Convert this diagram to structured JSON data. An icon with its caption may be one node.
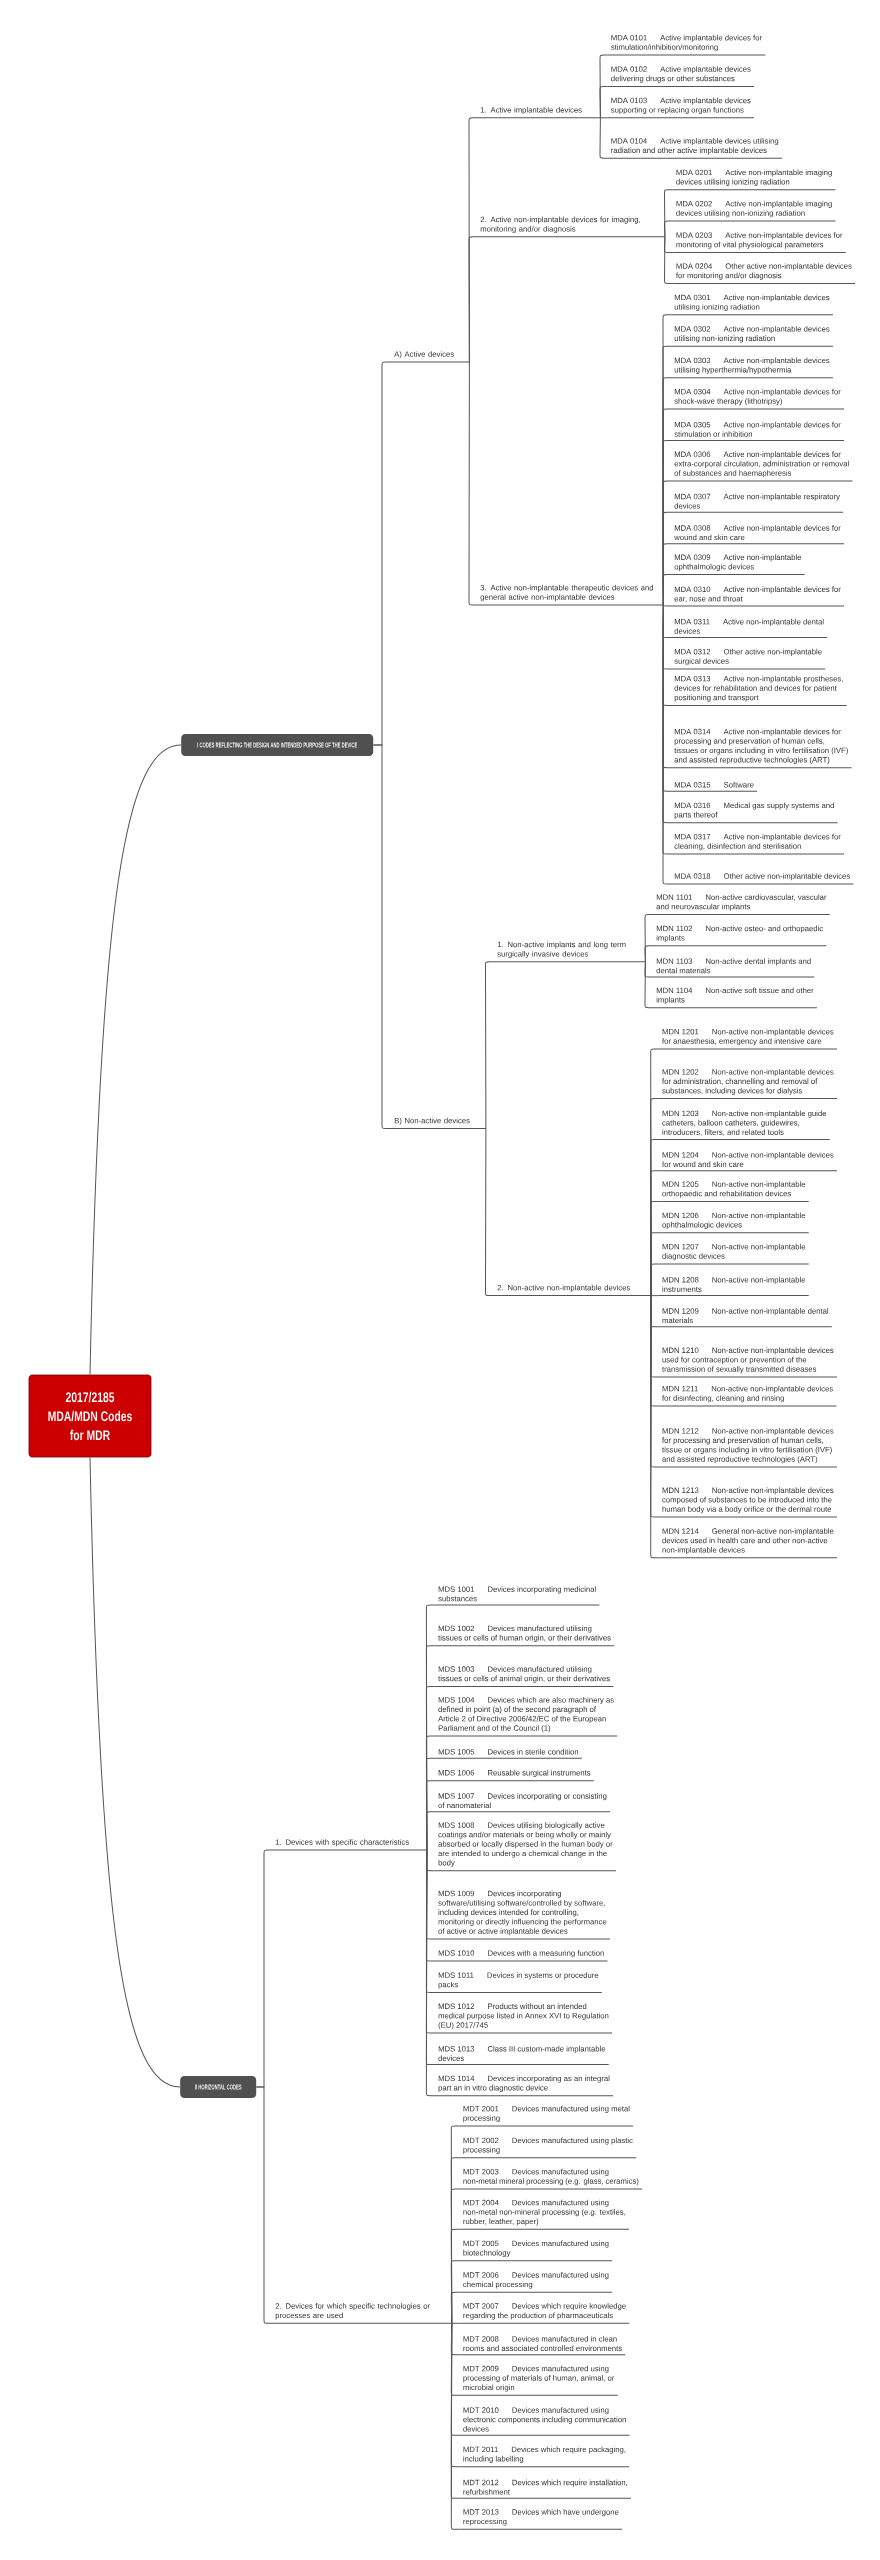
{
  "diagram": {
    "nodes": [
      {
        "text": [
          "2017/2185 MDA/MDN Codes for MDR"
        ]
      },
      {
        "text": [
          "I CODES REFLECTING THE DESIGN AND INTENDED PURPOSE OF THE DEVICE"
        ]
      },
      {
        "text": [
          "A) Active devices"
        ]
      },
      {
        "text": [
          "1. Active implantable devices"
        ]
      },
      {
        "text": [
          "MDA 0101",
          "Active implantable devices for stimulation/inhibition/monitoring"
        ]
      },
      {
        "text": [
          "MDA 0102",
          "Active implantable devices delivering drugs or other substances"
        ]
      },
      {
        "text": [
          "MDA 0103",
          "Active implantable devices supporting or replacing organ functions"
        ]
      },
      {
        "text": [
          "MDA 0104",
          "Active implantable devices utilising radiation and other active implantable devices"
        ]
      },
      {
        "text": [
          "2. Active non-implantable devices for imaging, monitoring and/or diagnosis"
        ]
      },
      {
        "text": [
          "MDA 0201",
          "Active non-implantable imaging devices utilising ionizing radiation"
        ]
      },
      {
        "text": [
          "MDA 0202",
          "Active non-implantable imaging devices utilising non-ionizing radiation"
        ]
      },
      {
        "text": [
          "MDA 0203",
          "Active non-implantable devices for monitoring of vital physiological parameters"
        ]
      },
      {
        "text": [
          "MDA 0204",
          "Other active non-implantable devices for monitoring and/or diagnosis"
        ]
      },
      {
        "text": [
          "3. Active non-implantable therapeutic devices and general active non-implantable devices"
        ]
      },
      {
        "text": [
          "MDA 0301",
          "Active non-implantable devices utilising ionizing radiation"
        ]
      },
      {
        "text": [
          "MDA 0302",
          "Active non-implantable devices utilising non-ionizing radiation"
        ]
      },
      {
        "text": [
          "MDA 0303",
          "Active non-implantable devices utilising hyperthermia/hypothermia"
        ]
      },
      {
        "text": [
          "MDA 0304",
          "Active non-implantable devices for shock-wave therapy (lithotripsy)"
        ]
      },
      {
        "text": [
          "MDA 0305",
          "Active non-implantable devices for stimulation or inhibition"
        ]
      },
      {
        "text": [
          "MDA 0306",
          "Active non-implantable devices for extra-corporal circulation, administration or removal of substances and haemapheresis"
        ]
      },
      {
        "text": [
          "MDA 0307",
          "Active non-implantable respiratory devices"
        ]
      },
      {
        "text": [
          "MDA 0308",
          "Active non-implantable devices for wound and skin care"
        ]
      },
      {
        "text": [
          "MDA 0309",
          "Active non-implantable ophthalmologic devices"
        ]
      },
      {
        "text": [
          "MDA 0310",
          "Active non-implantable devices for ear, nose and throat"
        ]
      },
      {
        "text": [
          "MDA 0311",
          "Active non-implantable dental devices"
        ]
      },
      {
        "text": [
          "MDA 0312",
          "Other active non-implantable surgical devices"
        ]
      },
      {
        "text": [
          "MDA 0313",
          "Active non-implantable prostheses, devices for rehabilitation and devices for patient positioning and transport"
        ]
      },
      {
        "text": [
          "MDA 0314",
          "Active non-implantable devices for processing and preservation of human cells, tissues or organs including in vitro fertilisation (IVF) and assisted reproductive technologies (ART)"
        ]
      },
      {
        "text": [
          "MDA 0315",
          "Software"
        ]
      },
      {
        "text": [
          "MDA 0316",
          "Medical gas supply systems and parts thereof"
        ]
      },
      {
        "text": [
          "MDA 0317",
          "Active non-implantable devices for cleaning, disinfection and sterilisation"
        ]
      },
      {
        "text": [
          "MDA 0318",
          "Other active non-implantable devices"
        ]
      },
      {
        "text": [
          "B) Non-active devices"
        ]
      },
      {
        "text": [
          "1. Non-active implants and long term surgically invasive devices"
        ]
      },
      {
        "text": [
          "MDN 1101",
          "Non-active cardiovascular, vascular and neurovascular implants"
        ]
      },
      {
        "text": [
          "MDN 1102",
          "Non-active osteo- and orthopaedic implants"
        ]
      },
      {
        "text": [
          "MDN 1103",
          "Non-active dental implants and dental materials"
        ]
      },
      {
        "text": [
          "MDN 1104",
          "Non-active soft tissue and other implants"
        ]
      },
      {
        "text": [
          "2. Non-active non-implantable devices"
        ]
      },
      {
        "text": [
          "MDN 1201",
          "Non-active non-implantable devices for anaesthesia, emergency and intensive care"
        ]
      },
      {
        "text": [
          "MDN 1202",
          "Non-active non-implantable devices for administration, channelling and removal of substances, including devices for dialysis"
        ]
      },
      {
        "text": [
          "MDN 1203",
          "Non-active non-implantable guide catheters, balloon catheters, guidewires, introducers, filters, and related tools"
        ]
      },
      {
        "text": [
          "MDN 1204",
          "Non-active non-implantable devices for wound and skin care"
        ]
      },
      {
        "text": [
          "MDN 1205",
          "Non-active non-implantable orthopaedic and rehabilitation devices"
        ]
      },
      {
        "text": [
          "MDN 1206",
          "Non-active non-implantable ophthalmologic devices"
        ]
      },
      {
        "text": [
          "MDN 1207",
          "Non-active non-implantable diagnostic devices"
        ]
      },
      {
        "text": [
          "MDN 1208",
          "Non-active non-implantable instruments"
        ]
      },
      {
        "text": [
          "MDN 1209",
          "Non-active non-implantable dental materials"
        ]
      },
      {
        "text": [
          "MDN 1210",
          "Non-active non-implantable devices used for contraception or prevention of the transmission of sexually transmitted diseases"
        ]
      },
      {
        "text": [
          "MDN 1211",
          "Non-active non-implantable devices for disinfecting, cleaning and rinsing"
        ]
      },
      {
        "text": [
          "MDN 1212",
          "Non-active non-implantable devices for processing and preservation of human cells, tissue or organs including in vitro fertilisation (IVF) and assisted reproductive technologies (ART)"
        ]
      },
      {
        "text": [
          "MDN 1213",
          "Non-active non-implantable devices composed of substances to be introduced into the human body via a body orifice or the dermal route"
        ]
      },
      {
        "text": [
          "MDN 1214",
          "General non-active non-implantable devices used in health care and other non-active non-implantable devices"
        ]
      },
      {
        "text": [
          "II HORIZONTAL CODES"
        ]
      },
      {
        "text": [
          "1. Devices with specific characteristics"
        ]
      },
      {
        "text": [
          "MDS 1001",
          "Devices incorporating medicinal substances"
        ]
      },
      {
        "text": [
          "MDS 1002",
          "Devices manufactured utilising tissues or cells of human origin, or their derivatives"
        ]
      },
      {
        "text": [
          "MDS 1003",
          "Devices manufactured utilising tissues or cells of animal origin, or their derivatives"
        ]
      },
      {
        "text": [
          "MDS 1004",
          "Devices which are also machinery as defined in point (a) of the second paragraph of Article 2 of Directive 2006/42/EC of the European Parliament and of the Council (1)"
        ]
      },
      {
        "text": [
          "MDS 1005",
          "Devices in sterile condition"
        ]
      },
      {
        "text": [
          "MDS 1006",
          "Reusable surgical instruments"
        ]
      },
      {
        "text": [
          "MDS 1007",
          "Devices incorporating or consisting of nanomaterial"
        ]
      },
      {
        "text": [
          "MDS 1008",
          "Devices utilising biologically active coatings and/or materials or being wholly or mainly absorbed or locally dispersed in the human body or are intended to undergo a chemical change in the body"
        ]
      },
      {
        "text": [
          "MDS 1009",
          "Devices incorporating software/utilising software/controlled by software, including devices intended for controlling, monitoring or directly influencing the performance of active or active implantable devices"
        ]
      },
      {
        "text": [
          "MDS 1010",
          "Devices with a measuring function"
        ]
      },
      {
        "text": [
          "MDS 1011",
          "Devices in systems or procedure packs"
        ]
      },
      {
        "text": [
          "MDS 1012",
          "Products without an intended medical purpose listed in Annex XVI to Regulation (EU) 2017/745"
        ]
      },
      {
        "text": [
          "MDS 1013",
          "Class III custom-made implantable devices"
        ]
      },
      {
        "text": [
          "MDS 1014",
          "Devices incorporating as an integral part an in vitro diagnostic device"
        ]
      },
      {
        "text": [
          "2. Devices for which specific technologies or processes are used"
        ]
      },
      {
        "text": [
          "MDT 2001",
          "Devices manufactured using metal processing"
        ]
      },
      {
        "text": [
          "MDT 2002",
          "Devices manufactured using plastic processing"
        ]
      },
      {
        "text": [
          "MDT 2003",
          "Devices manufactured using non-metal mineral processing (e.g. glass, ceramics)"
        ]
      },
      {
        "text": [
          "MDT 2004",
          "Devices manufactured using non-metal non-mineral processing (e.g. textiles, rubber, leather, paper)"
        ]
      },
      {
        "text": [
          "MDT 2005",
          "Devices manufactured using biotechnology"
        ]
      },
      {
        "text": [
          "MDT 2006",
          "Devices manufactured using chemical processing"
        ]
      },
      {
        "text": [
          "MDT 2007",
          "Devices which require knowledge regarding the production of pharmaceuticals"
        ]
      },
      {
        "text": [
          "MDT 2008",
          "Devices manufactured in clean rooms and associated controlled environments"
        ]
      },
      {
        "text": [
          "MDT 2009",
          "Devices manufactured using processing of materials of human, animal, or microbial origin"
        ]
      },
      {
        "text": [
          "MDT 2010",
          "Devices manufactured using electronic components including communication devices"
        ]
      },
      {
        "text": [
          "MDT 2011",
          "Devices which require packaging, including labelling"
        ]
      },
      {
        "text": [
          "MDT 2012",
          "Devices which require installation, refurbishment"
        ]
      },
      {
        "text": [
          "MDT 2013",
          "Devices which have undergone reprocessing"
        ]
      }
    ],
    "edges": [
      {
        "from": 0,
        "to": 1,
        "arrow": "none"
      },
      {
        "from": 1,
        "to": 2,
        "arrow": "none"
      },
      {
        "from": 2,
        "to": 3,
        "arrow": "none"
      },
      {
        "from": 3,
        "to": 4,
        "arrow": "none"
      },
      {
        "from": 3,
        "to": 5,
        "arrow": "none"
      },
      {
        "from": 3,
        "to": 6,
        "arrow": "none"
      },
      {
        "from": 3,
        "to": 7,
        "arrow": "none"
      },
      {
        "from": 2,
        "to": 8,
        "arrow": "none"
      },
      {
        "from": 8,
        "to": 9,
        "arrow": "none"
      },
      {
        "from": 8,
        "to": 10,
        "arrow": "none"
      },
      {
        "from": 8,
        "to": 11,
        "arrow": "none"
      },
      {
        "from": 8,
        "to": 12,
        "arrow": "none"
      },
      {
        "from": 2,
        "to": 13,
        "arrow": "none"
      },
      {
        "from": 13,
        "to": 14,
        "arrow": "none"
      },
      {
        "from": 13,
        "to": 15,
        "arrow": "none"
      },
      {
        "from": 13,
        "to": 16,
        "arrow": "none"
      },
      {
        "from": 13,
        "to": 17,
        "arrow": "none"
      },
      {
        "from": 13,
        "to": 18,
        "arrow": "none"
      },
      {
        "from": 13,
        "to": 19,
        "arrow": "none"
      },
      {
        "from": 13,
        "to": 20,
        "arrow": "none"
      },
      {
        "from": 13,
        "to": 21,
        "arrow": "none"
      },
      {
        "from": 13,
        "to": 22,
        "arrow": "none"
      },
      {
        "from": 13,
        "to": 23,
        "arrow": "none"
      },
      {
        "from": 13,
        "to": 24,
        "arrow": "none"
      },
      {
        "from": 13,
        "to": 25,
        "arrow": "none"
      },
      {
        "from": 13,
        "to": 26,
        "arrow": "none"
      },
      {
        "from": 13,
        "to": 27,
        "arrow": "none"
      },
      {
        "from": 13,
        "to": 28,
        "arrow": "none"
      },
      {
        "from": 13,
        "to": 29,
        "arrow": "none"
      },
      {
        "from": 13,
        "to": 30,
        "arrow": "none"
      },
      {
        "from": 13,
        "to": 31,
        "arrow": "none"
      },
      {
        "from": 1,
        "to": 32,
        "arrow": "none"
      },
      {
        "from": 32,
        "to": 33,
        "arrow": "none"
      },
      {
        "from": 33,
        "to": 34,
        "arrow": "none"
      },
      {
        "from": 33,
        "to": 35,
        "arrow": "none"
      },
      {
        "from": 33,
        "to": 36,
        "arrow": "none"
      },
      {
        "from": 33,
        "to": 37,
        "arrow": "none"
      },
      {
        "from": 32,
        "to": 38,
        "arrow": "none"
      },
      {
        "from": 38,
        "to": 39,
        "arrow": "none"
      },
      {
        "from": 38,
        "to": 40,
        "arrow": "none"
      },
      {
        "from": 38,
        "to": 41,
        "arrow": "none"
      },
      {
        "from": 38,
        "to": 42,
        "arrow": "none"
      },
      {
        "from": 38,
        "to": 43,
        "arrow": "none"
      },
      {
        "from": 38,
        "to": 44,
        "arrow": "none"
      },
      {
        "from": 38,
        "to": 45,
        "arrow": "none"
      },
      {
        "from": 38,
        "to": 46,
        "arrow": "none"
      },
      {
        "from": 38,
        "to": 47,
        "arrow": "none"
      },
      {
        "from": 38,
        "to": 48,
        "arrow": "none"
      },
      {
        "from": 38,
        "to": 49,
        "arrow": "none"
      },
      {
        "from": 38,
        "to": 50,
        "arrow": "none"
      },
      {
        "from": 38,
        "to": 51,
        "arrow": "none"
      },
      {
        "from": 38,
        "to": 52,
        "arrow": "none"
      },
      {
        "from": 0,
        "to": 53,
        "arrow": "none"
      },
      {
        "from": 53,
        "to": 54,
        "arrow": "none"
      },
      {
        "from": 54,
        "to": 55,
        "arrow": "none"
      },
      {
        "from": 54,
        "to": 56,
        "arrow": "none"
      },
      {
        "from": 54,
        "to": 57,
        "arrow": "none"
      },
      {
        "from": 54,
        "to": 58,
        "arrow": "none"
      },
      {
        "from": 54,
        "to": 59,
        "arrow": "none"
      },
      {
        "from": 54,
        "to": 60,
        "arrow": "none"
      },
      {
        "from": 54,
        "to": 61,
        "arrow": "none"
      },
      {
        "from": 54,
        "to": 62,
        "arrow": "none"
      },
      {
        "from": 54,
        "to": 63,
        "arrow": "none"
      },
      {
        "from": 54,
        "to": 64,
        "arrow": "none"
      },
      {
        "from": 54,
        "to": 65,
        "arrow": "none"
      },
      {
        "from": 54,
        "to": 66,
        "arrow": "none"
      },
      {
        "from": 54,
        "to": 67,
        "arrow": "none"
      },
      {
        "from": 54,
        "to": 68,
        "arrow": "none"
      },
      {
        "from": 53,
        "to": 69,
        "arrow": "none"
      },
      {
        "from": 69,
        "to": 70,
        "arrow": "none"
      },
      {
        "from": 69,
        "to": 71,
        "arrow": "none"
      },
      {
        "from": 69,
        "to": 72,
        "arrow": "none"
      },
      {
        "from": 69,
        "to": 73,
        "arrow": "none"
      },
      {
        "from": 69,
        "to": 74,
        "arrow": "none"
      },
      {
        "from": 69,
        "to": 75,
        "arrow": "none"
      },
      {
        "from": 69,
        "to": 76,
        "arrow": "none"
      },
      {
        "from": 69,
        "to": 77,
        "arrow": "none"
      },
      {
        "from": 69,
        "to": 78,
        "arrow": "none"
      },
      {
        "from": 69,
        "to": 79,
        "arrow": "none"
      },
      {
        "from": 69,
        "to": 80,
        "arrow": "none"
      },
      {
        "from": 69,
        "to": 81,
        "arrow": "none"
      },
      {
        "from": 69,
        "to": 82,
        "arrow": "none"
      }
    ]
  }
}
